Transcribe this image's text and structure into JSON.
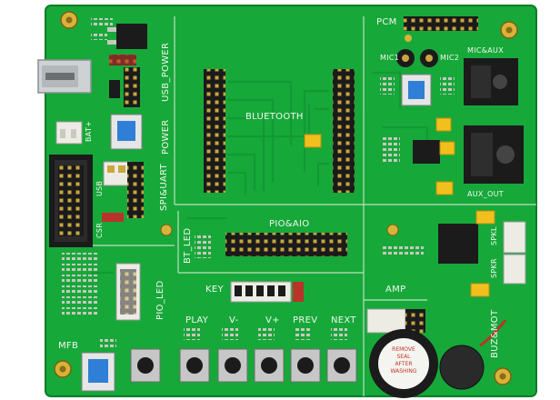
{
  "board": {
    "labels": {
      "pcm": "PCM",
      "mic1": "MIC1",
      "mic2": "MIC2",
      "mic_aux": "MIC&AUX",
      "usb_power": "USB_POWER",
      "bat_plus": "BAT+",
      "power": "POWER",
      "spi_uart": "SPI&UART",
      "usb": "USB",
      "csr": "CSR",
      "bluetooth": "BLUETOOTH",
      "aux_out": "AUX_OUT",
      "pio_aio": "PIO&AIO",
      "bt_led": "BT_LED",
      "spkl": "SPKL",
      "spkr": "SPKR",
      "pio_led": "PIO_LED",
      "key": "KEY",
      "amp": "AMP",
      "play": "PLAY",
      "v_minus": "V-",
      "v_plus": "V+",
      "prev": "PREV",
      "next": "NEXT",
      "mfb": "MFB",
      "buz_mot": "BUZ&MOT",
      "buzzer_text": [
        "REMOVE",
        "SEAL",
        "AFTER",
        "WASHING"
      ]
    },
    "colors": {
      "pcb": "#17a83a",
      "pcb_dark": "#0f8a2c",
      "silkscreen": "#f2f7ee",
      "header_black": "#1b1b1b",
      "button_blue": "#2f7fd6",
      "gold": "#d9b23a",
      "capacitor_yellow": "#f2c01e",
      "white_connector": "#ecece4",
      "red_jumper": "#b8342a"
    }
  }
}
